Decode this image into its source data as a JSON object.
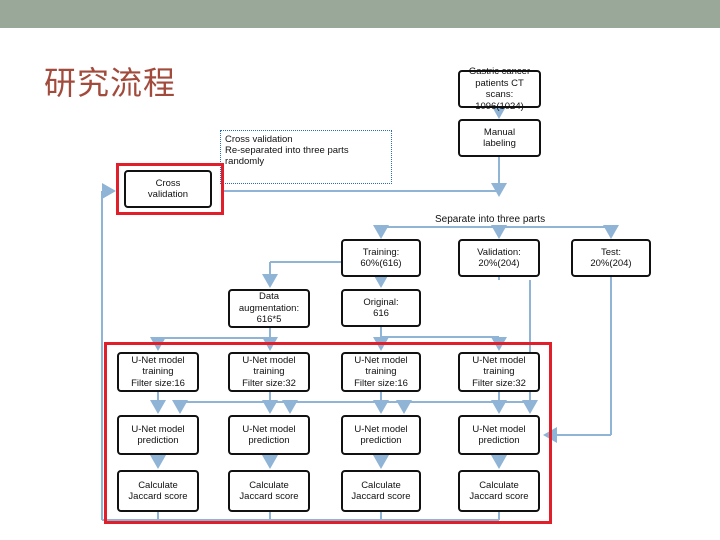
{
  "slide": {
    "title": "研究流程",
    "colors": {
      "top_bar": "#9aa89a",
      "title": "#a24b3c",
      "arrow": "#8fb4d6",
      "highlight": "#e01f2a",
      "note_border": "#2a6fb0"
    }
  },
  "diagram": {
    "gastric": "Gastric cancer\npatients CT scans:\n1096(1024)",
    "manual": "Manual\nlabeling",
    "crossval_note": "Cross validation\nRe-separated into three parts\nrandomly",
    "crossval_box": "Cross\nvalidation",
    "separate_label": "Separate into three parts",
    "training": "Training:\n60%(616)",
    "validation": "Validation:\n20%(204)",
    "test": "Test:\n20%(204)",
    "augment": "Data\naugmentation:\n616*5",
    "original": "Original:\n616",
    "unet1": "U-Net model\ntraining\nFilter size:16",
    "unet2": "U-Net model\ntraining\nFilter size:32",
    "unet3": "U-Net model\ntraining\nFilter size:16",
    "unet4": "U-Net model\ntraining\nFilter size:32",
    "pred": "U-Net model\nprediction",
    "calc": "Calculate\nJaccard score"
  }
}
